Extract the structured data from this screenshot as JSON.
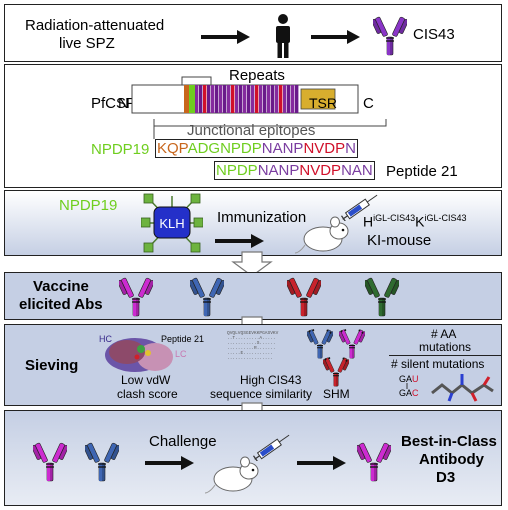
{
  "panel1": {
    "left_label_line1": "Radiation-attenuated",
    "left_label_line2": "live SPZ",
    "right_label": "CIS43"
  },
  "panel2": {
    "repeats_label": "Repeats",
    "protein_label": "PfCSP",
    "n_term": "N",
    "c_term": "C",
    "tsr_label": "TSR",
    "junctional_label": "Junctional epitopes",
    "nppd_label": "NPDP19",
    "seq1": [
      {
        "t": "KQP",
        "c": "#c8661c"
      },
      {
        "t": "ADGNPDP",
        "c": "#6fce1f"
      },
      {
        "t": "NANP",
        "c": "#7a3da0"
      },
      {
        "t": "NVDP",
        "c": "#d0102a"
      },
      {
        "t": "N",
        "c": "#7a3da0"
      }
    ],
    "seq2": [
      {
        "t": "NPDP",
        "c": "#6fce1f"
      },
      {
        "t": "NANP",
        "c": "#7a3da0"
      },
      {
        "t": "NVDP",
        "c": "#d0102a"
      },
      {
        "t": "NAN",
        "c": "#7a3da0"
      }
    ],
    "peptide_label": "Peptide 21"
  },
  "panel3": {
    "nppd_label": "NPDP19",
    "klh_label": "KLH",
    "immunization_label": "Immunization",
    "mouse_line1_H": "H",
    "mouse_line1_hsup": "iGL-CIS43",
    "mouse_line1_K": "K",
    "mouse_line1_ksup": "iGL-CIS43",
    "mouse_line2": "KI-mouse"
  },
  "panel4": {
    "label_line1": "Vaccine",
    "label_line2": "elicited Abs"
  },
  "panel5": {
    "label": "Sieving",
    "hc_label": "HC",
    "lc_label": "LC",
    "peptide_label": "Peptide 21",
    "vdw_line1": "Low vdW",
    "vdw_line2": "clash score",
    "seq_line1": "High CIS43",
    "seq_line2": "sequence similarity",
    "shm_label": "SHM",
    "aa_line1": "# AA",
    "aa_line2": "mutations",
    "silent_label": "# silent mutations",
    "codon_top_a": "GA",
    "codon_top_b": "U",
    "codon_bottom_a": "GA",
    "codon_bottom_b": "C",
    "align_rows": [
      "QVQLVQSGEVKKPGASVKV",
      "..T.........A.....",
      "...........S......",
      "..........R.......",
      ".....E...........",
      "................."
    ]
  },
  "panel6": {
    "challenge_label": "Challenge",
    "result_line1": "Best-in-Class",
    "result_line2": "Antibody",
    "result_line3": "D3"
  },
  "colors": {
    "magenta": "#cc2bd0",
    "blue": "#3f66b3",
    "red": "#c8232c",
    "green": "#2f6b30",
    "violet": "#8a35c8",
    "purple": "#5b1a7a",
    "band": "#c5cfe4",
    "tsr": "#d8ae2e"
  }
}
